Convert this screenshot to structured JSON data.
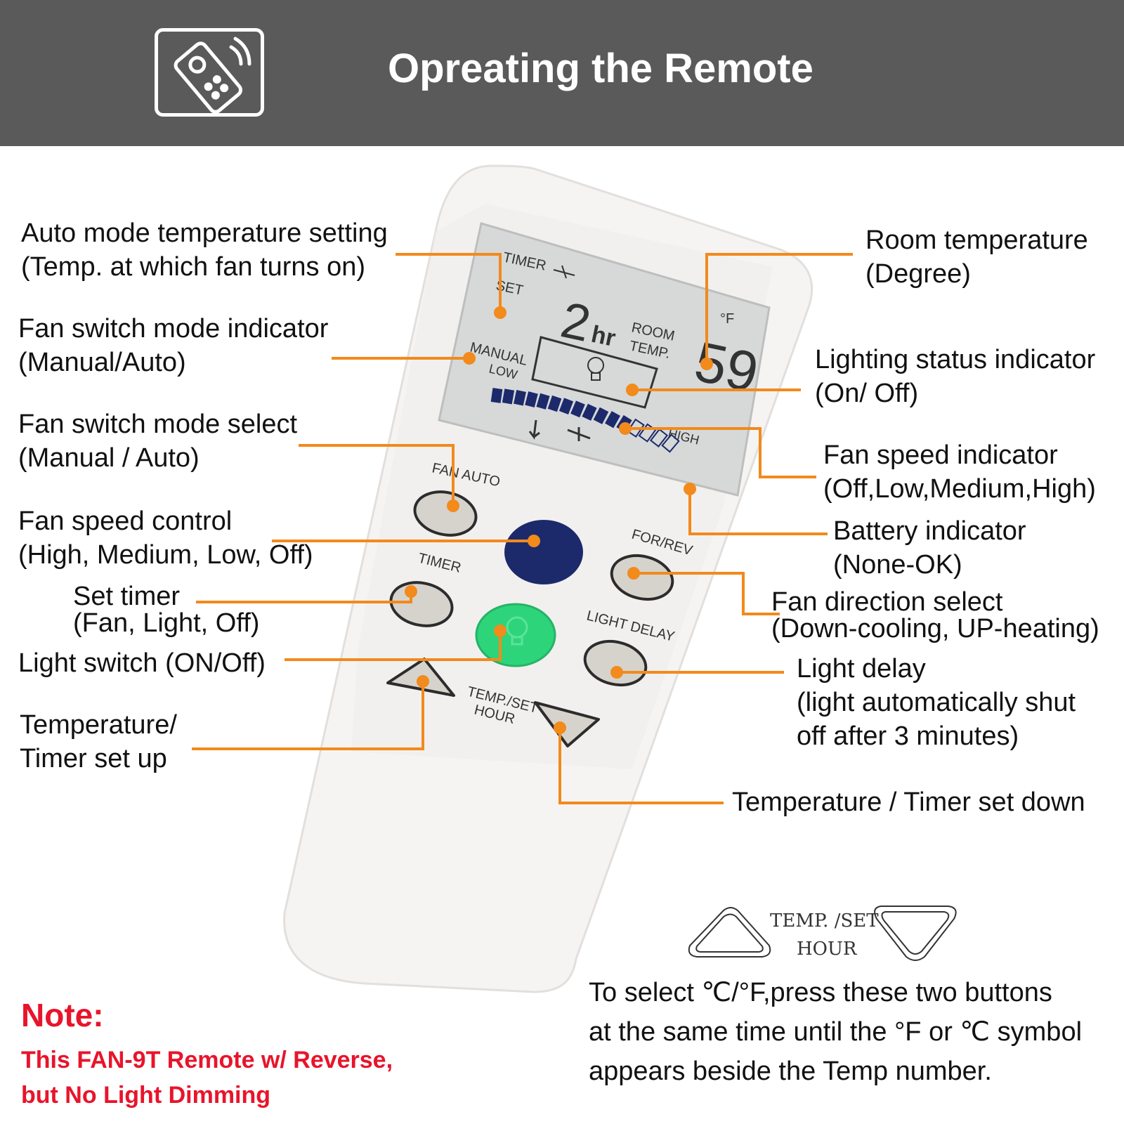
{
  "header": {
    "title": "Opreating the Remote",
    "icon": "remote-control-icon",
    "bg_color": "#5a5a5a"
  },
  "remote": {
    "lcd": {
      "timer": "TIMER",
      "set": "SET",
      "hours": "2",
      "hours_unit": "hr",
      "room": "ROOM",
      "temp": "TEMP.",
      "unit": "°F",
      "temperature": "59",
      "manual": "MANUAL",
      "low": "LOW",
      "high": "HIGH"
    },
    "buttons": {
      "fan_auto": "FAN AUTO",
      "timer": "TIMER",
      "for_rev": "FOR/REV",
      "light_delay": "LIGHT DELAY",
      "temp_set": "TEMP./SET",
      "hour": "HOUR"
    },
    "colors": {
      "body": "#f6f4f3",
      "lcd": "#d6d9d8",
      "speed_button": "#1c2a6b",
      "light_button": "#2ed47a",
      "leader": "#f28a1c"
    }
  },
  "labels": {
    "auto_mode_temp": [
      "Auto mode temperature setting",
      "(Temp. at which fan turns on)"
    ],
    "fan_mode_indicator": [
      "Fan switch mode indicator",
      "(Manual/Auto)"
    ],
    "fan_mode_select": [
      "Fan switch mode select",
      "(Manual / Auto)"
    ],
    "fan_speed_control": [
      "Fan speed control",
      "(High, Medium, Low, Off)"
    ],
    "set_timer": [
      "Set timer",
      "(Fan, Light, Off)"
    ],
    "light_switch": [
      "Light switch (ON/Off)"
    ],
    "temp_timer_up": [
      "Temperature/",
      "Timer set up"
    ],
    "room_temp": [
      "Room temperature",
      "(Degree)"
    ],
    "lighting_status": [
      "Lighting status indicator",
      "(On/ Off)"
    ],
    "fan_speed_indicator": [
      "Fan speed indicator",
      "(Off,Low,Medium,High)"
    ],
    "battery": [
      "Battery indicator",
      "(None-OK)"
    ],
    "fan_direction": [
      "Fan direction select",
      "(Down-cooling, UP-heating)"
    ],
    "light_delay": [
      "Light delay",
      "(light automatically shut",
      "off after 3 minutes)"
    ],
    "temp_timer_down": [
      "Temperature / Timer set down"
    ]
  },
  "note": {
    "title": "Note:",
    "lines": [
      "This FAN-9T Remote w/ Reverse,",
      "but No Light Dimming"
    ],
    "color": "#e8142b"
  },
  "legend": {
    "caption_top": "TEMP. /SET",
    "caption_bottom": "HOUR",
    "instructions": [
      "To select ℃/°F,press these two buttons",
      "at the same time until the °F or ℃ symbol",
      "appears beside the Temp number."
    ]
  }
}
